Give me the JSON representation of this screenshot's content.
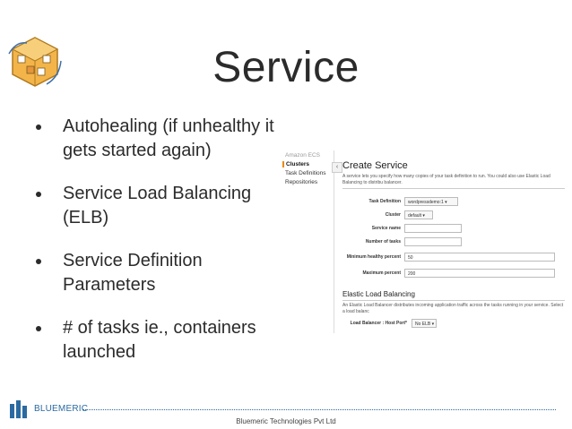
{
  "slide": {
    "title": "Service",
    "bullets": [
      "Autohealing (if unhealthy it gets started again)",
      "Service Load Balancing (ELB)",
      "Service Definition Parameters",
      "# of tasks ie., containers launched"
    ],
    "footer_brand": "BLUEMERIC",
    "footer_text": "Bluemeric Technologies Pvt Ltd"
  },
  "aws": {
    "nav_title": "Amazon ECS",
    "nav_items": [
      "Clusters",
      "Task Definitions",
      "Repositories"
    ],
    "heading": "Create Service",
    "description": "A service lets you specify how many copies of your task definition to run. You could also use Elastic Load Balancing to distribu balancer.",
    "fields": [
      {
        "label": "Task Definition",
        "value": "wordpressdemo:1 ▾"
      },
      {
        "label": "Cluster",
        "value": "default ▾"
      },
      {
        "label": "Service name",
        "value": ""
      },
      {
        "label": "Number of tasks",
        "value": ""
      },
      {
        "label": "Minimum healthy percent",
        "value": "50"
      },
      {
        "label": "Maximum percent",
        "value": "200"
      }
    ],
    "elb_heading": "Elastic Load Balancing",
    "elb_description": "An Elastic Load Balancer distributes incoming application traffic across the tasks running in your service. Select a load balanc",
    "elb_field": {
      "label": "Load Balancer : Host Port*",
      "value": "No ELB ▾"
    },
    "accent_color": "#e98b12"
  }
}
